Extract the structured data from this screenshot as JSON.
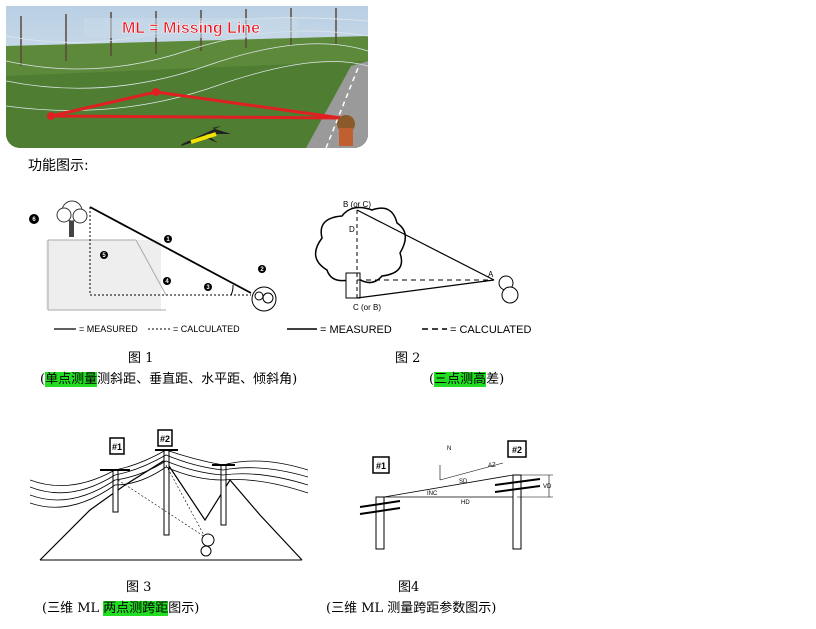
{
  "banner": {
    "title": "ML = Missing Line"
  },
  "intro_label": "功能图示:",
  "figure1": {
    "labels": [
      "1",
      "2",
      "3",
      "4",
      "5",
      "6"
    ],
    "legend_measured": "= MEASURED",
    "legend_calculated": "= CALCULATED",
    "caption_num": "图 1",
    "caption_open": "(",
    "caption_highlight": "单点测量",
    "caption_rest": "测斜距、垂直距、水平距、倾斜角)"
  },
  "figure2": {
    "label_top": "B (or C)",
    "label_bottom": "C (or B)",
    "label_d": "D",
    "label_a": "A",
    "legend_measured": "= MEASURED",
    "legend_calculated": "= CALCULATED",
    "caption_num": "图 2",
    "caption_open": "(",
    "caption_highlight": "三点测高",
    "caption_rest": "差)"
  },
  "figure3": {
    "pole1": "#1",
    "pole2": "#2",
    "caption_num": "图 3",
    "caption_open": "(三维  ML ",
    "caption_highlight": "两点测跨距",
    "caption_rest": "图示)"
  },
  "figure4": {
    "pole1": "#1",
    "pole2": "#2",
    "n": "N",
    "az": "AZ",
    "sd": "SD",
    "inc": "INC",
    "hd": "HD",
    "vd": "VD",
    "caption_num": "图4",
    "caption_text": "(三维  ML 测量跨距参数图示)"
  }
}
